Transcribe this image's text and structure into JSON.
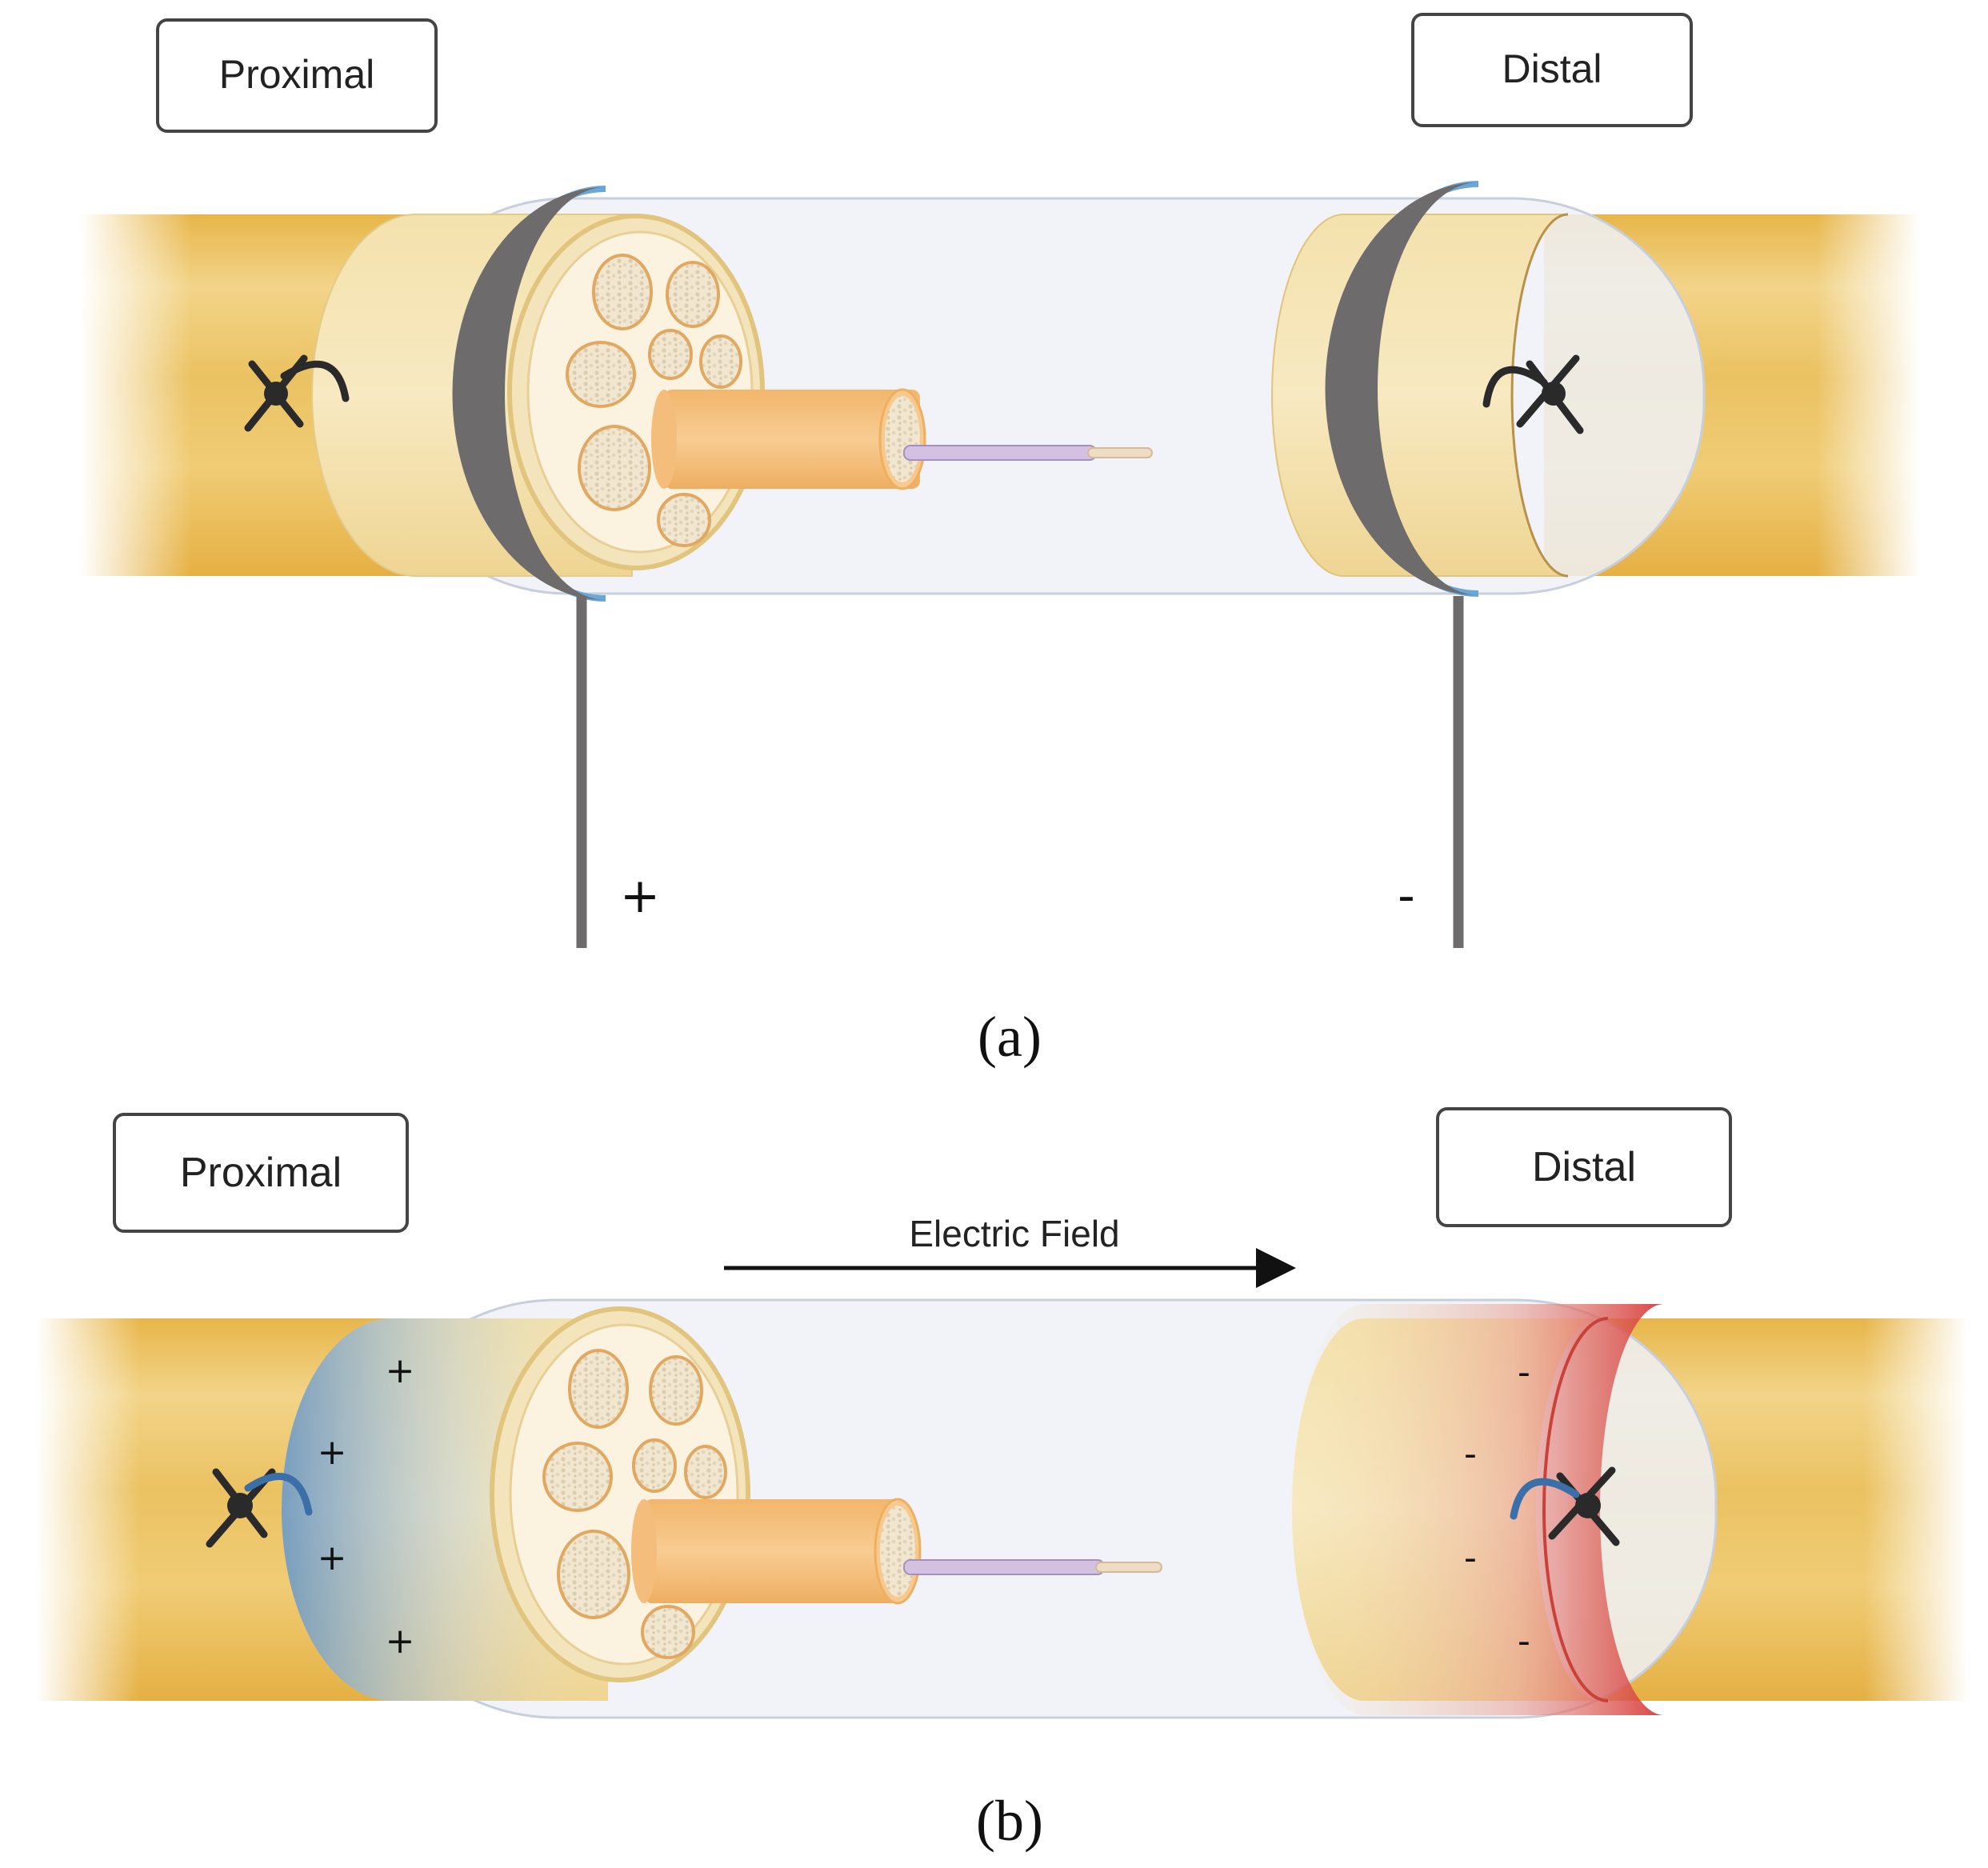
{
  "panel_a": {
    "proximal_label": "Proximal",
    "distal_label": "Distal",
    "anode_sign": "+",
    "cathode_sign": "-",
    "caption": "(a)"
  },
  "panel_b": {
    "proximal_label": "Proximal",
    "distal_label": "Distal",
    "field_label": "Electric Field",
    "plus_signs": [
      "+",
      "+",
      "+",
      "+"
    ],
    "minus_signs": [
      "-",
      "-",
      "-",
      "-"
    ],
    "caption": "(b)"
  },
  "colors": {
    "nerve_dark": "#e9b94a",
    "nerve_light": "#f3dfa6",
    "conduit": "#eef1f7",
    "electrode_ring": "#6d6b6b",
    "positive_charge": "#4f86c0",
    "negative_charge": "#d63a3a",
    "axon_core": "#f6c27e"
  }
}
